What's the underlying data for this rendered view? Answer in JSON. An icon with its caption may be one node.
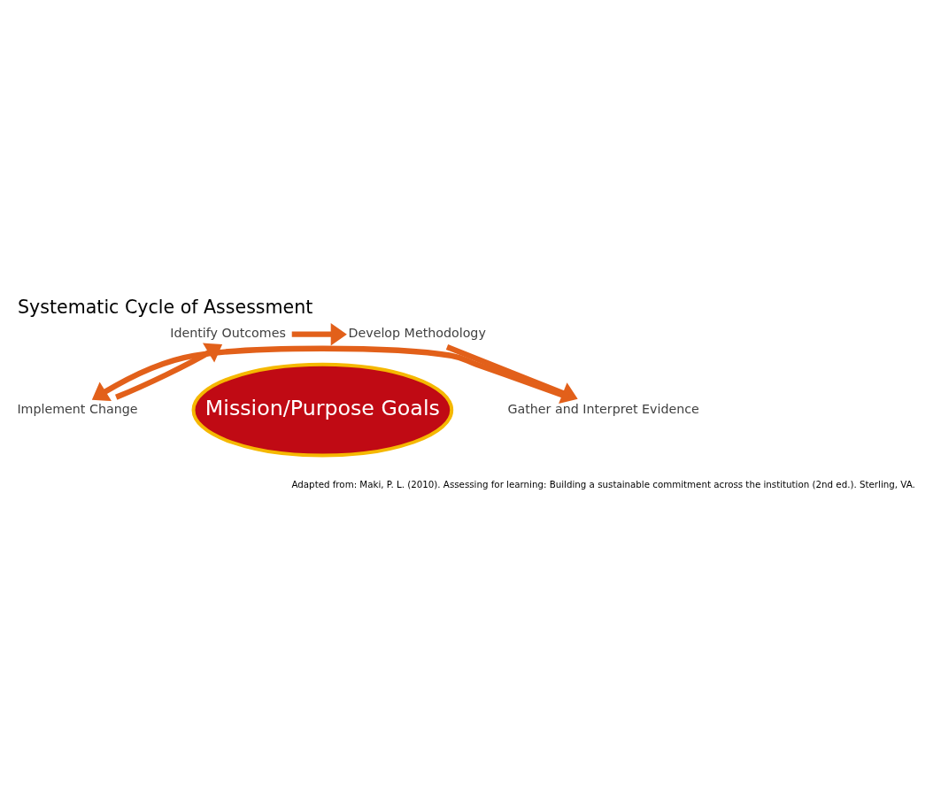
{
  "diagram": {
    "title": "Systematic Cycle of Assessment",
    "caption": "Adapted from: Maki, P. L. (2010). Assessing for learning: Building a sustainable commitment across the institution (2nd ed.). Sterling, VA.",
    "nodes": [
      {
        "text": [
          "Mission/Purpose Goals"
        ]
      },
      {
        "text": [
          "Identify Outcomes"
        ]
      },
      {
        "text": [
          "Develop Methodology"
        ]
      },
      {
        "text": [
          "Gather and Interpret Evidence"
        ]
      },
      {
        "text": [
          "Implement Change"
        ]
      }
    ],
    "edges": [
      {
        "from": 4,
        "to": 1,
        "arrow": "to"
      },
      {
        "from": 1,
        "to": 2,
        "arrow": "to"
      },
      {
        "from": 2,
        "to": 3,
        "arrow": "to"
      },
      {
        "from": 3,
        "to": 4,
        "arrow": "to"
      }
    ]
  }
}
